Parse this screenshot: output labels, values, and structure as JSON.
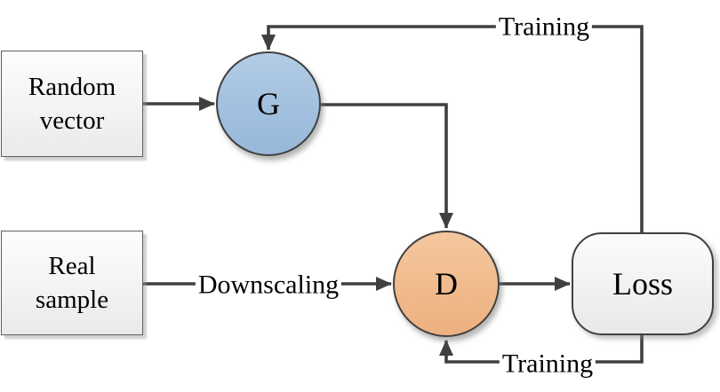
{
  "diagram": {
    "type": "flowchart",
    "description": "GAN training flow diagram",
    "nodes": {
      "random_vector": {
        "label": "Random vector",
        "shape": "rectangle"
      },
      "real_sample": {
        "label": "Real sample",
        "shape": "rectangle"
      },
      "generator": {
        "label": "G",
        "shape": "circle"
      },
      "discriminator": {
        "label": "D",
        "shape": "circle"
      },
      "loss": {
        "label": "Loss",
        "shape": "rounded-rectangle"
      }
    },
    "edges": {
      "random_vector_to_generator": {
        "label": ""
      },
      "generator_to_discriminator": {
        "label": ""
      },
      "real_sample_to_discriminator": {
        "label": "Downscaling"
      },
      "discriminator_to_loss": {
        "label": ""
      },
      "loss_to_generator_feedback": {
        "label": "Training"
      },
      "loss_to_discriminator_feedback": {
        "label": "Training"
      }
    },
    "colors": {
      "connector": "#404040",
      "generator_fill_top": "#b3cde6",
      "generator_fill_bottom": "#97b8d9",
      "discriminator_fill_top": "#f5c79f",
      "discriminator_fill_bottom": "#edb080",
      "box_fill_top": "#fdfdfd",
      "box_fill_bottom": "#eaeaea",
      "box_border": "#5f5f5f",
      "node_border": "#404040",
      "text": "#000000"
    }
  }
}
